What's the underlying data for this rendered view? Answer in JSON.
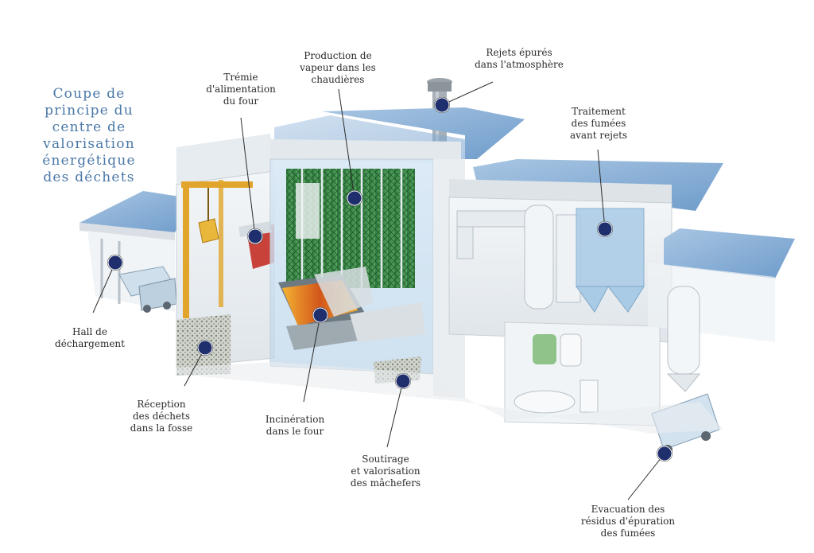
{
  "title": {
    "lines": [
      "Coupe de",
      "principe du",
      "centre de",
      "valorisation",
      "énergétique",
      "des déchets"
    ],
    "color": "#4a78a8"
  },
  "labels": [
    {
      "id": "hall",
      "lines": [
        "Hall de",
        "déchargement"
      ]
    },
    {
      "id": "tremie",
      "lines": [
        "Trémie",
        "d'alimentation",
        "du four"
      ]
    },
    {
      "id": "vapeur",
      "lines": [
        "Production de",
        "vapeur dans les",
        "chaudières"
      ]
    },
    {
      "id": "rejets",
      "lines": [
        "Rejets épurés",
        "dans l'atmosphère"
      ]
    },
    {
      "id": "traitement",
      "lines": [
        "Traitement",
        "des fumées",
        "avant rejets"
      ]
    },
    {
      "id": "reception",
      "lines": [
        "Réception",
        "des déchets",
        "dans la fosse"
      ]
    },
    {
      "id": "incineration",
      "lines": [
        "Incinération",
        "dans le four"
      ]
    },
    {
      "id": "soutirage",
      "lines": [
        "Soutirage",
        "et valorisation",
        "des mâchefers"
      ]
    },
    {
      "id": "evacuation",
      "lines": [
        "Evacuation des",
        "résidus d'épuration",
        "des fumées"
      ]
    }
  ],
  "colors": {
    "marker": "#1f2f6e",
    "roof": "#8fb3d6",
    "wall": "#e9eef2",
    "steel": "#e0a52a",
    "boiler": "#3f8f4a",
    "fire": "#e07a1a",
    "hopper": "#c8423a"
  }
}
